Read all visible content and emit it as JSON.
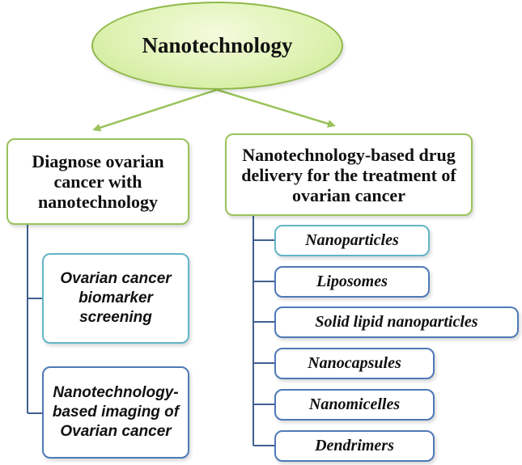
{
  "root": {
    "label": "Nanotechnology"
  },
  "left_branch": {
    "label": "Diagnose ovarian cancer with nanotechnology",
    "children": [
      "Ovarian cancer biomarker screening",
      "Nanotechnology-based imaging of Ovarian cancer"
    ]
  },
  "right_branch": {
    "label": "Nanotechnology-based drug delivery for the treatment of ovarian cancer",
    "children": [
      "Nanoparticles",
      "Liposomes",
      "Solid lipid nanoparticles",
      "Nanocapsules",
      "Nanomicelles",
      "Dendrimers"
    ]
  },
  "colors": {
    "root_fill": "#dff3b4",
    "root_border": "#8fb84a",
    "branch_border": "#9ac35a",
    "arrow": "#9ac35a",
    "leaf_border": "#4f79b8",
    "leaf_highlight_border": "#63b4c8",
    "connector": "#3f5f8f"
  }
}
